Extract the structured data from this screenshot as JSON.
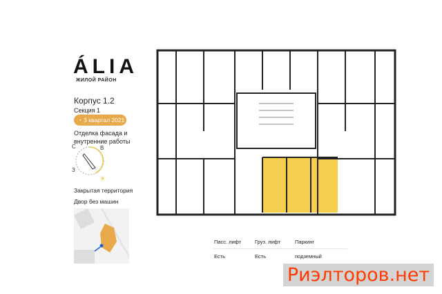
{
  "brand": {
    "logo": "ÁLIA",
    "subtitle": "ЖИЛОЙ РАЙОН"
  },
  "building": {
    "korpus": "Корпус 1.2",
    "section": "Секция 1",
    "deadline": "3 квартал 2021",
    "status": "Отделка фасада и внутренние работы"
  },
  "compass": {
    "n": "С",
    "e": "В",
    "w": "З"
  },
  "features": [
    "Закрытая территория",
    "Двор без машин"
  ],
  "specs": {
    "headers": [
      "Пасс. лифт",
      "Груз. лифт",
      "Паркинг"
    ],
    "values": [
      "Есть",
      "Есть",
      "подземный"
    ]
  },
  "watermark": "Риэлторов.нет",
  "colors": {
    "accent": "#e8a94a",
    "highlight": "#f6cf4f"
  }
}
